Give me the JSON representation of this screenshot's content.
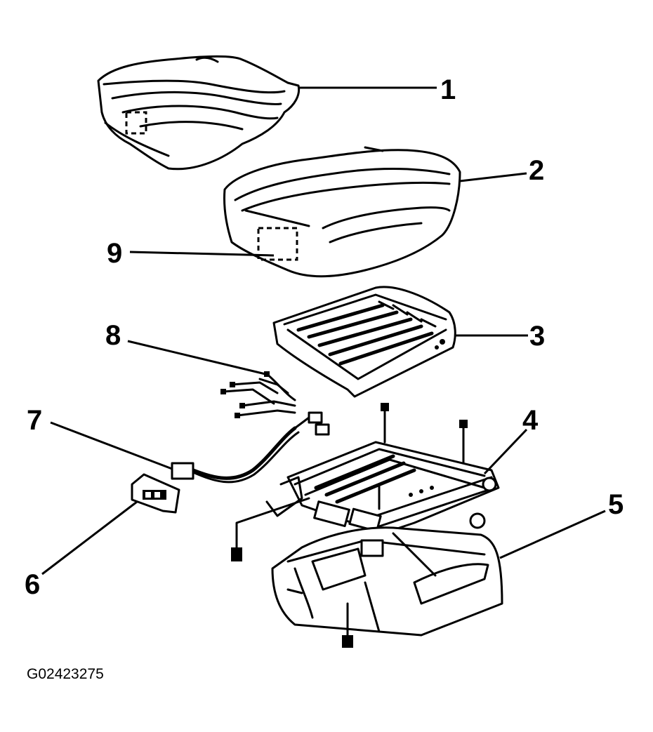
{
  "callouts": [
    {
      "id": "1",
      "label": "1"
    },
    {
      "id": "2",
      "label": "2"
    },
    {
      "id": "3",
      "label": "3"
    },
    {
      "id": "4",
      "label": "4"
    },
    {
      "id": "5",
      "label": "5"
    },
    {
      "id": "6",
      "label": "6"
    },
    {
      "id": "7",
      "label": "7"
    },
    {
      "id": "8",
      "label": "8"
    },
    {
      "id": "9",
      "label": "9"
    }
  ],
  "figure_id": "G02423275",
  "colors": {
    "ink": "#000000",
    "paper": "#ffffff"
  }
}
